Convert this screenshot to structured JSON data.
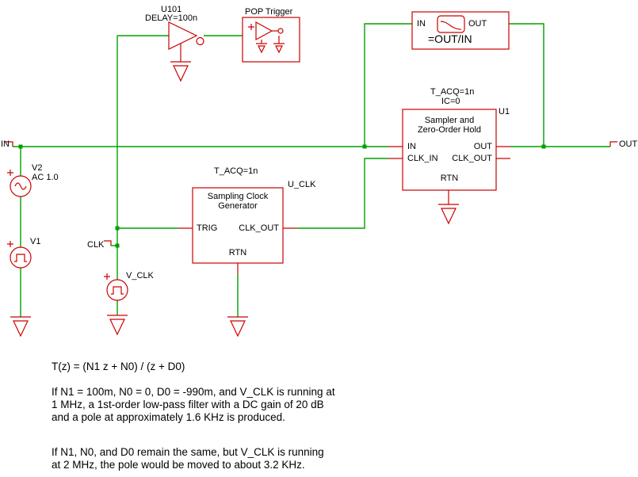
{
  "colors": {
    "wire": "#00A000",
    "component": "#CC0000",
    "text": "#000000",
    "background": "#FFFFFF"
  },
  "schematic": {
    "delay_buffer": {
      "ref": "U101",
      "param": "DELAY=100n"
    },
    "pop_trigger": {
      "label": "POP Trigger"
    },
    "probe": {
      "pin_in": "IN",
      "pin_out": "OUT",
      "expression": "=OUT/IN"
    },
    "sampler": {
      "param_tacq": "T_ACQ=1n",
      "param_ic": "IC=0",
      "ref": "U1",
      "title_line1": "Sampler and",
      "title_line2": "Zero-Order Hold",
      "pin_in": "IN",
      "pin_out": "OUT",
      "pin_clk_in": "CLK_IN",
      "pin_clk_out": "CLK_OUT",
      "pin_rtn": "RTN"
    },
    "clock_generator": {
      "param_tacq": "T_ACQ=1n",
      "ref": "U_CLK",
      "title_line1": "Sampling Clock",
      "title_line2": "Generator",
      "pin_trig": "TRIG",
      "pin_clk_out": "CLK_OUT",
      "pin_rtn": "RTN"
    },
    "source_v2": {
      "ref": "V2",
      "value": "AC 1.0"
    },
    "source_v1": {
      "ref": "V1"
    },
    "source_vclk": {
      "ref": "V_CLK"
    },
    "port_in": "IN",
    "port_clk": "CLK",
    "port_out": "OUT"
  },
  "notes": {
    "transfer_function": "T(z) = (N1 z + N0) / (z + D0)",
    "para1": [
      "If N1 = 100m, N0 = 0, D0 = -990m, and V_CLK is running at",
      "1 MHz, a 1st-order low-pass filter with a DC gain of 20 dB",
      "and a pole at approximately 1.6 KHz is produced."
    ],
    "para2": [
      "If N1, N0, and D0 remain the same, but V_CLK is running",
      "at 2 MHz, the pole would be moved to about 3.2 KHz."
    ]
  }
}
